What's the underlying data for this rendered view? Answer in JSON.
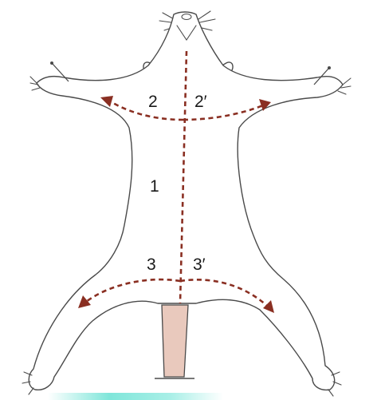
{
  "labels": {
    "incision_midline": "1",
    "incision_forelimb_left": "2",
    "incision_forelimb_right": "2′",
    "incision_hindlimb_left": "3",
    "incision_hindlimb_right": "3′"
  },
  "colors": {
    "incision": "#8a2f22",
    "outline": "#4a4a4a",
    "tail": "#e9c9bd",
    "accent_strip": "#7fe6da"
  }
}
